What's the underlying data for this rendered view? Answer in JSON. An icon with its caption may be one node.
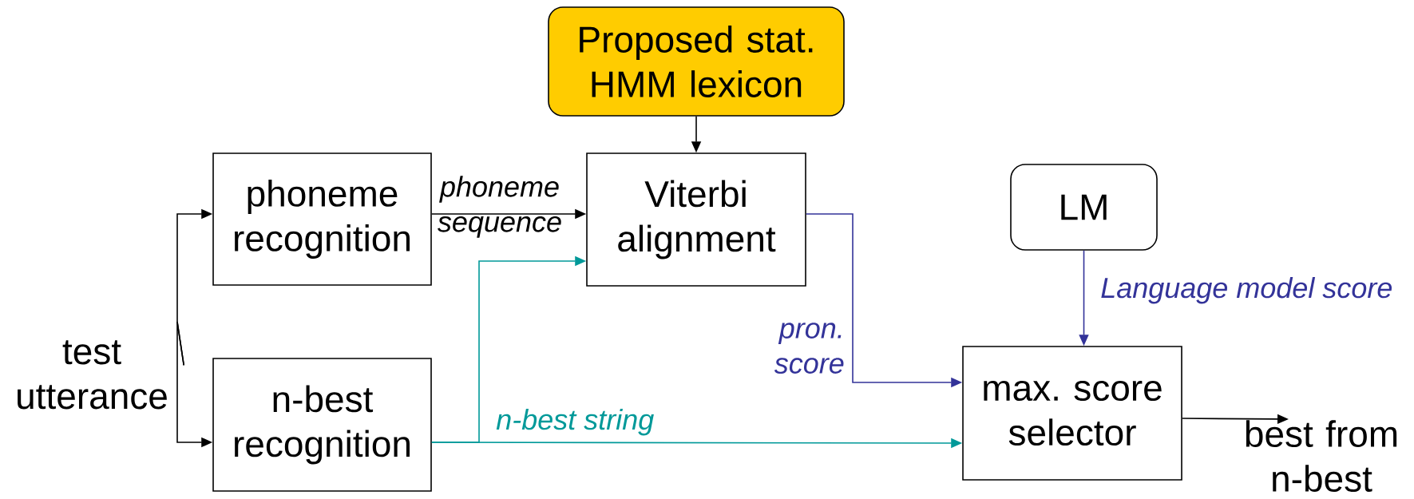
{
  "diagram": {
    "nodes": [
      {
        "text": [
          "Proposed stat. HMM lexicon"
        ]
      },
      {
        "text": [
          "test utterance"
        ]
      },
      {
        "text": [
          "phoneme recognition"
        ]
      },
      {
        "text": [
          "n-best recognition"
        ]
      },
      {
        "text": [
          "Viterbi alignment"
        ]
      },
      {
        "text": [
          "LM"
        ]
      },
      {
        "text": [
          "max. score selector"
        ]
      },
      {
        "text": [
          "best from n-best"
        ]
      }
    ],
    "edges": [
      {
        "from": 1,
        "to": 2,
        "arrow": "to"
      },
      {
        "from": 1,
        "to": 3,
        "arrow": "to"
      },
      {
        "from": 2,
        "to": 4,
        "arrow": "to",
        "label": "phoneme sequence"
      },
      {
        "from": 0,
        "to": 4,
        "arrow": "to"
      },
      {
        "from": 3,
        "to": 4,
        "arrow": "to",
        "color": "#009999"
      },
      {
        "from": 3,
        "to": 6,
        "arrow": "to",
        "color": "#009999",
        "label": "n-best string"
      },
      {
        "from": 4,
        "to": 6,
        "arrow": "to",
        "color": "#333399",
        "label": "pron. score"
      },
      {
        "from": 5,
        "to": 6,
        "arrow": "to",
        "color": "#333399",
        "label": "Language model score"
      },
      {
        "from": 6,
        "to": 7,
        "arrow": "to"
      }
    ]
  }
}
